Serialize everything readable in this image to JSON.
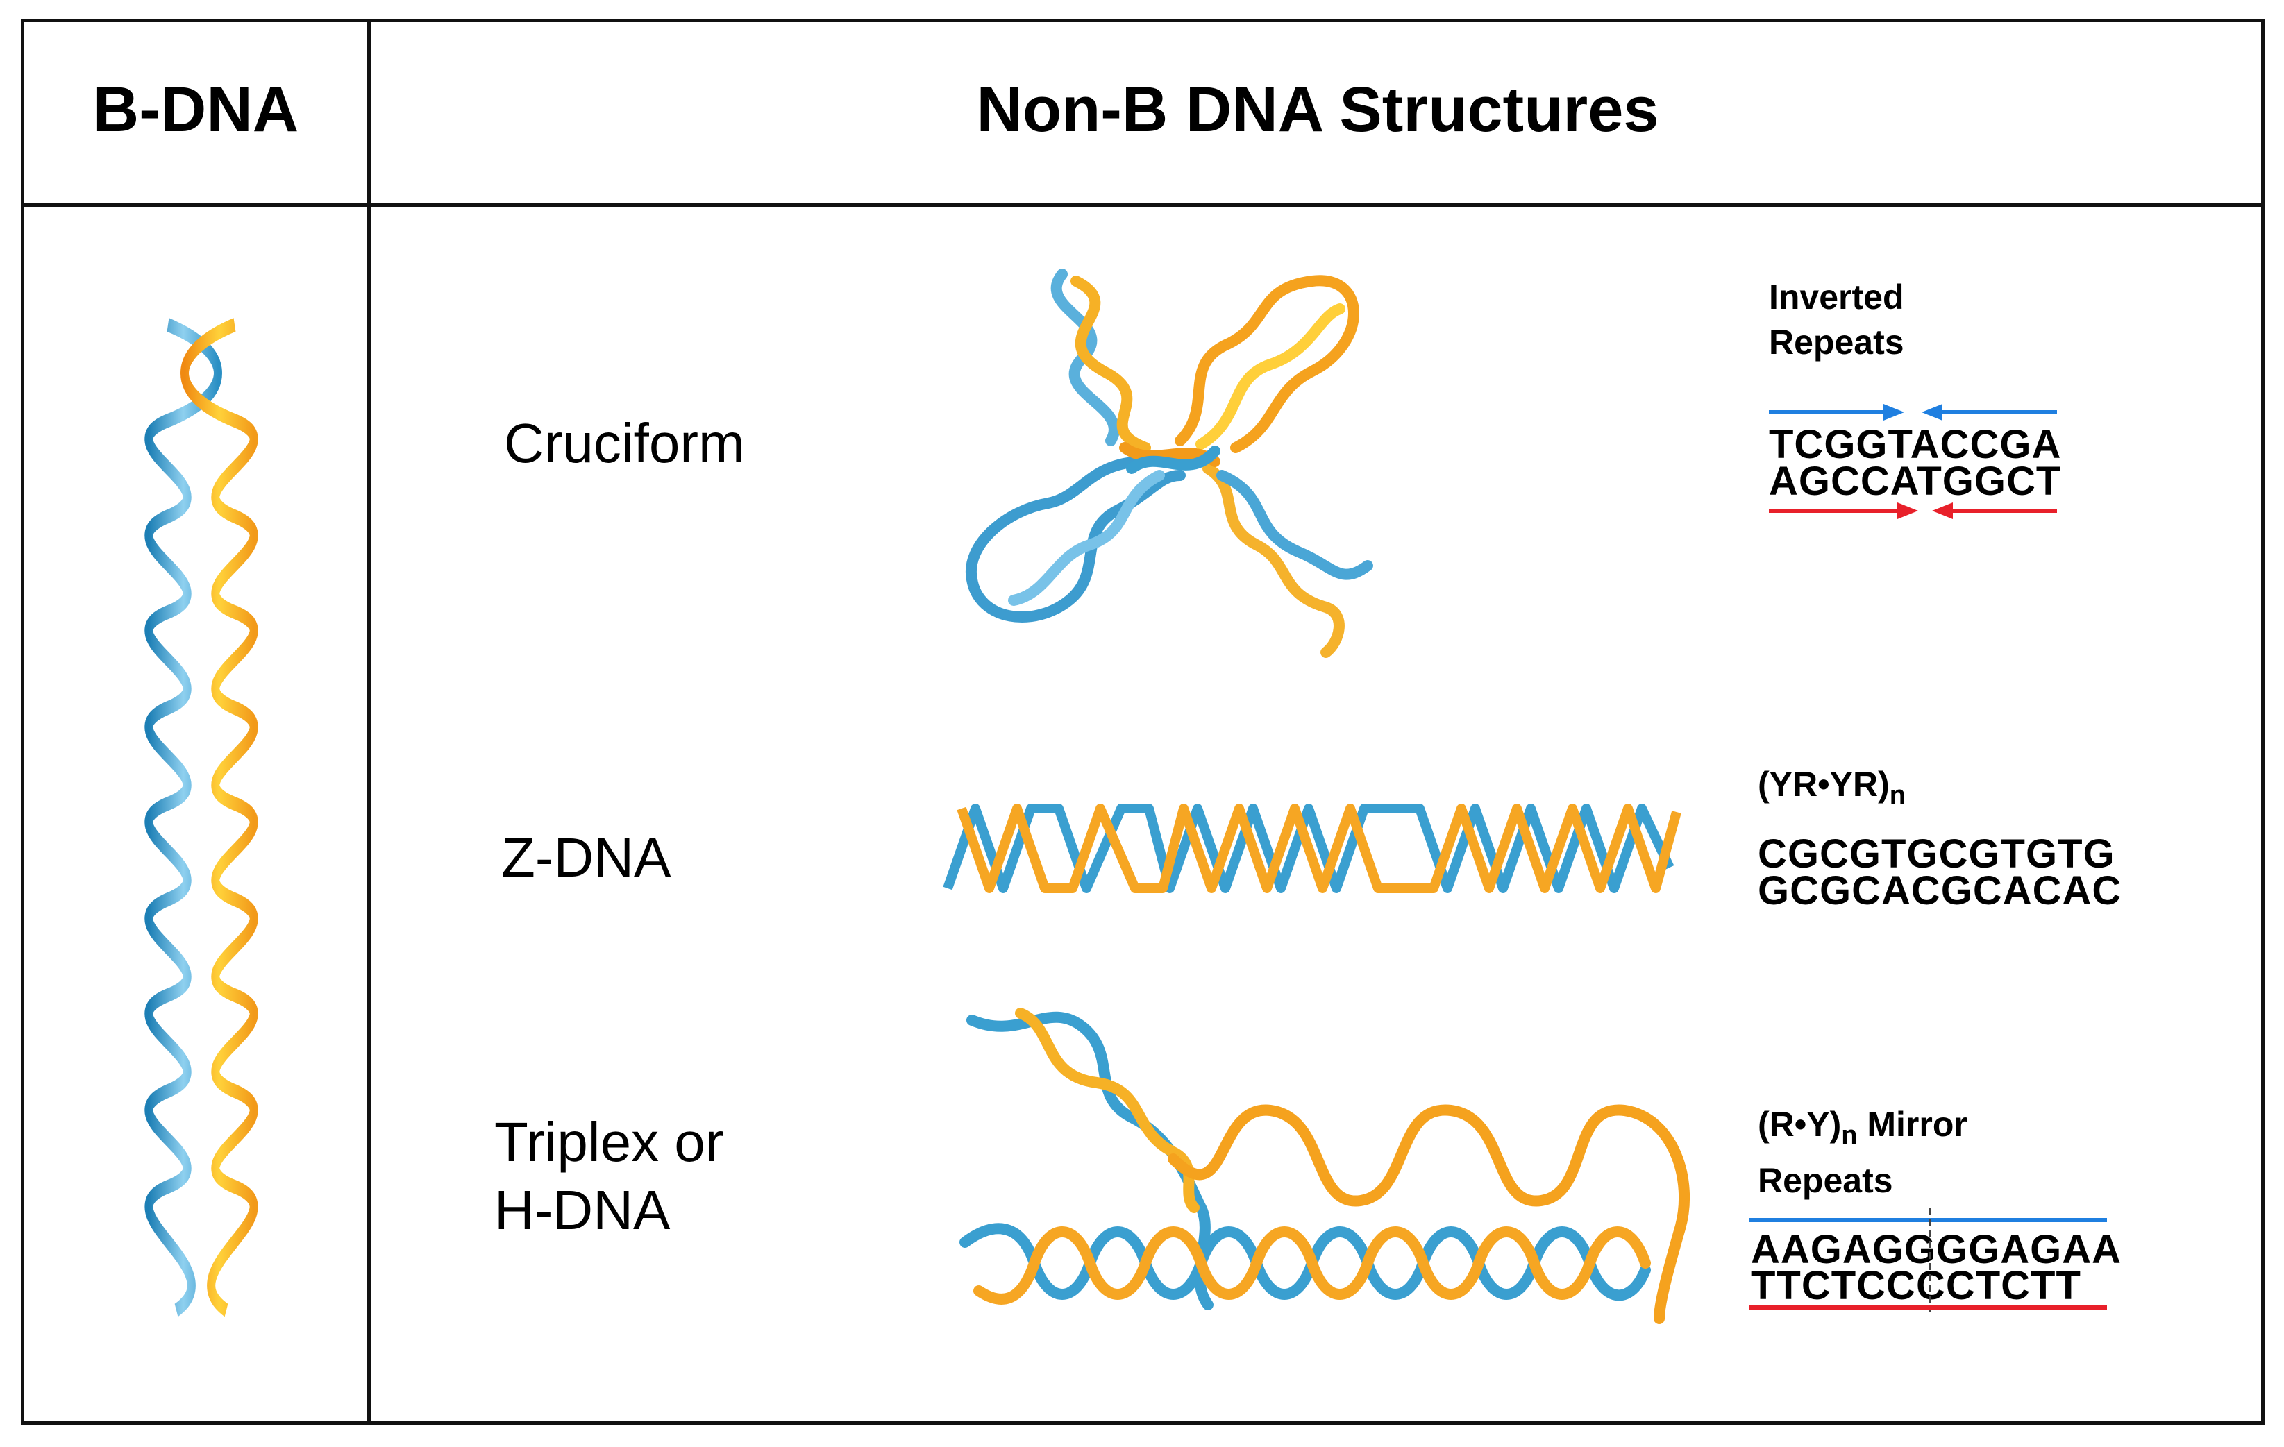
{
  "header": {
    "left": "B-DNA",
    "right": "Non-B DNA Structures"
  },
  "rows": {
    "cruciform": {
      "label": "Cruciform",
      "motif_title_line1": "Inverted",
      "motif_title_line2": "Repeats",
      "seq_top": "TCGGTACCGA",
      "seq_bottom": "AGCCATGGCT"
    },
    "zdna": {
      "label": "Z-DNA",
      "motif_prefix": "(YR",
      "motif_dot": "•",
      "motif_suffix": "YR)",
      "motif_sub": "n",
      "seq_top": "CGCGTGCGTGTG",
      "seq_bottom": "GCGCACGCACAC"
    },
    "triplex": {
      "label_line1": "Triplex or",
      "label_line2": "H-DNA",
      "motif_prefix": "(R",
      "motif_dot": "•",
      "motif_suffix": "Y)",
      "motif_sub": "n",
      "motif_rest": " Mirror",
      "motif_line2": "Repeats",
      "seq_top_left": "AAGAGG",
      "seq_top_right": "GGAGAA",
      "seq_bottom_left": "TTCTCC",
      "seq_bottom_right": "CCTCTT"
    }
  },
  "colors": {
    "strand_blue": "#3a9fd0",
    "strand_orange": "#f6a623",
    "arrow_blue": "#1f7fe0",
    "arrow_red": "#e8202a"
  }
}
